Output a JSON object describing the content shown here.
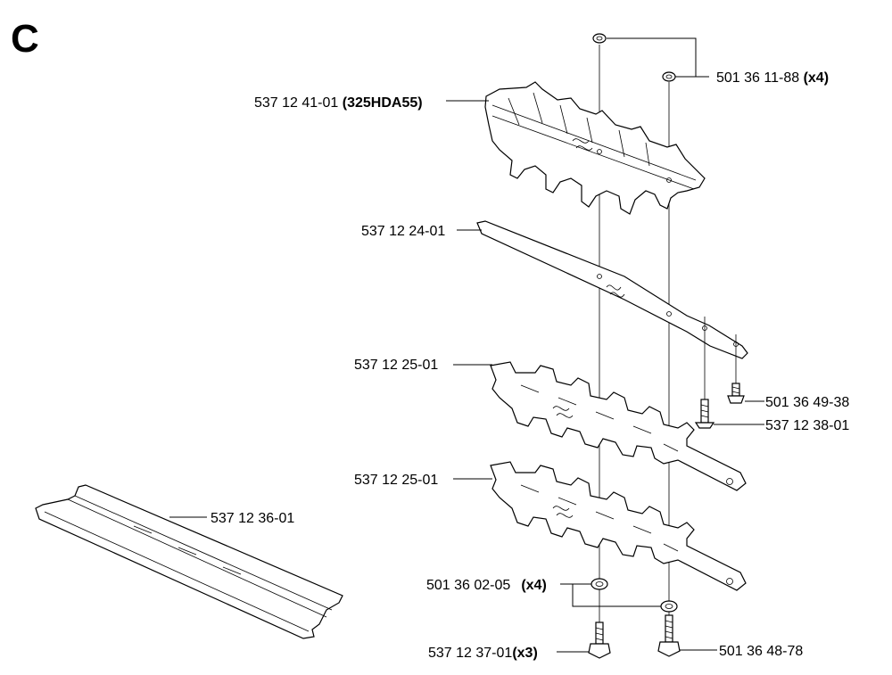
{
  "section_letter": "C",
  "callouts": {
    "blade_upper": {
      "part": "537 12 41-01",
      "qty": "(325HDA55)"
    },
    "washer_top": {
      "part": "501 36 11-88",
      "qty": "(x4)"
    },
    "plate": {
      "part": "537 12 24-01"
    },
    "blade_mid_1": {
      "part": "537 12 25-01"
    },
    "screw_small": {
      "part": "501 36 49-38"
    },
    "screw_long": {
      "part": "537 12 38-01"
    },
    "blade_mid_2": {
      "part": "537 12 25-01"
    },
    "guard": {
      "part": "537 12 36-01"
    },
    "washer_bottom": {
      "part": "501 36 02-05",
      "qty": "(x4)"
    },
    "bolt_left": {
      "part": "537 12 37-01",
      "qty": "(x3)"
    },
    "bolt_right": {
      "part": "501 36 48-78"
    }
  }
}
